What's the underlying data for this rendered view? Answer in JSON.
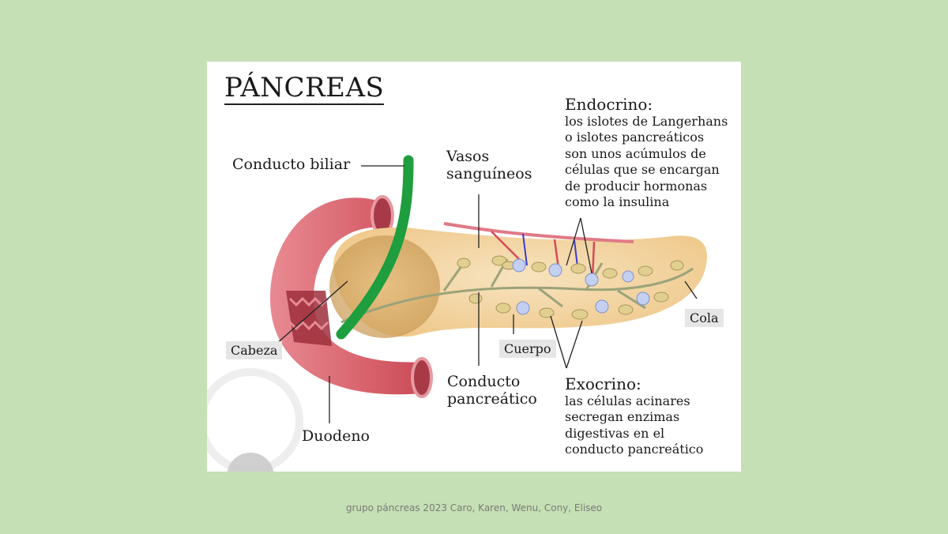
{
  "diagram": {
    "title": "PÁNCREAS",
    "labels": {
      "conducto_biliar": "Conducto biliar",
      "vasos": [
        "Vasos",
        "sanguíneos"
      ],
      "cabeza": "Cabeza",
      "cuerpo": "Cuerpo",
      "cola": "Cola",
      "duodeno": "Duodeno",
      "conducto_pancreatico": [
        "Conducto",
        "pancreático"
      ]
    },
    "endocrino": {
      "heading": "Endocrino:",
      "lines": [
        "los islotes de Langerhans",
        "o islotes pancreáticos",
        "son unos acúmulos de",
        "células que se encargan",
        "de producir hormonas",
        "como la insulina"
      ]
    },
    "exocrino": {
      "heading": "Exocrino:",
      "lines": [
        "las células acinares",
        "secregan enzimas",
        "digestivas en el",
        "conducto pancreático"
      ]
    }
  },
  "footer": "grupo páncreas 2023 Caro, Karen, Wenu, Cony, Eliseo",
  "colors": {
    "background": "#c5e0b4",
    "duodenum": "#d9646e",
    "pancreas": "#f3d6a4",
    "bile_duct": "#1e9e3e",
    "acini": "#d8c98a",
    "islets": "#b9c8ee"
  }
}
